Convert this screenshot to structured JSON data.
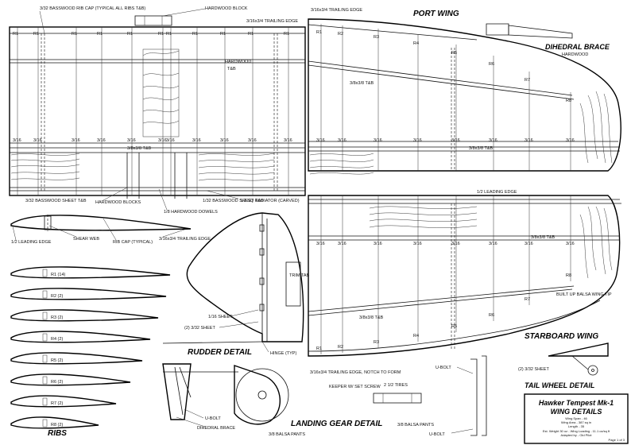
{
  "title_block": {
    "title": "Hawker Tempest Mk-1",
    "subtitle": "WING DETAILS",
    "specs": [
      "Wing Span - 46",
      "Wing Area - 387 sq in",
      "Length - 35",
      "Est. Weight 30 oz - Wing Loading - 11.1 oz/sq ft",
      "Adapted by - Old Pilot"
    ],
    "page": "Page 1 of 3"
  },
  "sections": {
    "port_wing": "PORT WING",
    "starboard_wing": "STARBOARD WING",
    "dihedral_brace": "DIHEDRAL BRACE",
    "rudder_detail": "RUDDER DETAIL",
    "landing_gear_detail": "LANDING GEAR DETAIL",
    "tail_wheel_detail": "TAIL WHEEL DETAIL",
    "ribs": "RIBS"
  },
  "labels": {
    "basswood_rib_cap": "3/32 BASSWOOD RIB CAP (TYPICAL ALL RIBS T&B)",
    "hardwood_block": "HARDWOOD BLOCK",
    "trailing_edge_left": "3/16x3/4 TRAILING EDGE",
    "trailing_edge_right": "3/16x3/4 TRAILING EDGE",
    "hardwood": "HARDWOOD",
    "tb": "T&B",
    "spar_left": "3/8x3/8 T&B",
    "spar_right": "3/8x3/8 T&B",
    "basswood_sheet": "3/32 BASSWOOD SHEET T&B",
    "hardwood_blocks": "HARDWOOD BLOCKS",
    "hardwood_dowels": "1/8 HARDWOOD DOWELS",
    "radiator": "1/2 SQ RADIATOR (CARVED)",
    "basswood_sheet_2": "1/32 BASSWOOD SHEET T&B",
    "leading_edge_left": "1/2 LEADING EDGE",
    "shear_web": "SHEAR WEB",
    "rib_cap": "RIB CAP (TYPICAL)",
    "trailing_edge_small": "3/16x3/4 TRAILING EDGE",
    "leading_edge_right": "1/2 LEADING EDGE",
    "built_up_tip": "BUILT UP BALSA WING TIP",
    "trailing_edge_notch": "3/16x3/4 TRAILING EDGE, NOTCH TO FORM",
    "sheet_1": "1/16 SHEET",
    "sheet_2": "(2) 3/32 SHEET",
    "hinge": "HINGE (TYP)",
    "trim_tab": "TRIM TAB",
    "sheet_tail": "(2) 3/32 SHEET",
    "u_bolt_1": "U-BOLT",
    "u_bolt_2": "U-BOLT",
    "u_bolt_3": "U-BOLT",
    "keeper": "KEEPER W/ SET SCREW",
    "balsa_pants_1": "3/8 BALSA PANTS",
    "balsa_pants_2": "3/8 BALSA PANTS",
    "dihedral_brace_small": "DIHEDRAL BRACE",
    "two_half_inch": "2 1/2 TIRES",
    "half": "1/2",
    "three_eighths": "3/8"
  },
  "ribs": [
    {
      "label": "R1 (14)"
    },
    {
      "label": "R2 (2)"
    },
    {
      "label": "R3 (2)"
    },
    {
      "label": "R4 (2)"
    },
    {
      "label": "R5 (2)"
    },
    {
      "label": "R6 (2)"
    },
    {
      "label": "R7 (2)"
    },
    {
      "label": "R8 (2)"
    }
  ],
  "left_rib_tags": [
    "R1",
    "R1",
    "R1",
    "R1",
    "R1",
    "R1",
    "R1",
    "R1",
    "R1",
    "R1",
    "R1"
  ],
  "port_rib_tags": [
    "R1",
    "R2",
    "R3",
    "R4",
    "R5",
    "R6",
    "R7",
    "R8"
  ],
  "starboard_rib_tags": [
    "R1",
    "R2",
    "R3",
    "R4",
    "R5",
    "R6",
    "R7",
    "R8"
  ],
  "fractions": {
    "f316": "3/16",
    "f38": "3/8",
    "f18": "1/8"
  }
}
